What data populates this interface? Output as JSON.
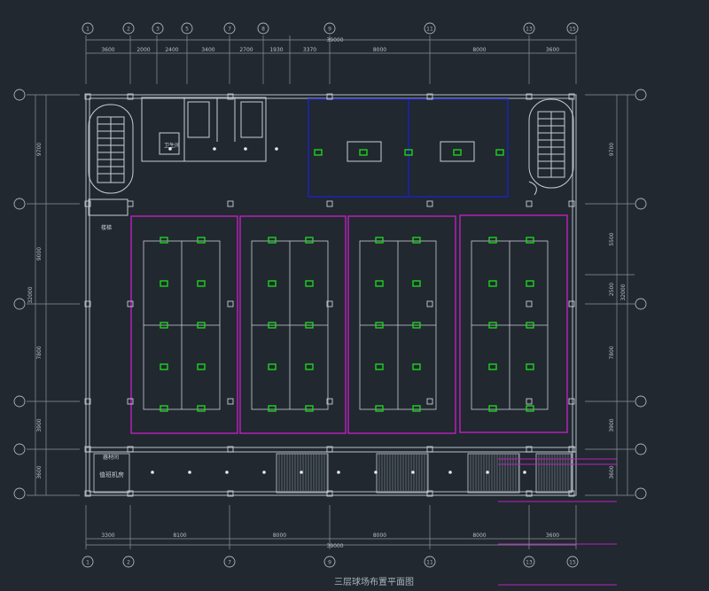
{
  "drawing": {
    "title": "三层球场布置平面图",
    "colors": {
      "background": "#212830",
      "line": "#c9ced6",
      "dim": "#b9c0c8",
      "court": "#c020c0",
      "blue": "#1a23b8",
      "light": "#1ed21e"
    },
    "top_axes": [
      "1",
      "2",
      "3",
      "5",
      "7",
      "8",
      "9",
      "11",
      "13",
      "15"
    ],
    "bottom_axes": [
      "1",
      "2",
      "7",
      "9",
      "11",
      "13",
      "15"
    ],
    "dims": {
      "top_total": "39000",
      "top_segments": [
        "3600",
        "2000",
        "2400",
        "3400",
        "2700",
        "1930",
        "3370",
        "8000",
        "8000",
        "3600"
      ],
      "bottom_total": "39000",
      "bottom_segments": [
        "3300",
        "8100",
        "8000",
        "8000",
        "8000",
        "3600"
      ],
      "left_segments": [
        "9700",
        "9000",
        "7800",
        "3900",
        "3600"
      ],
      "left_total": "32000",
      "right_segments": [
        "9700",
        "5500",
        "2500",
        "7800",
        "3900",
        "3600"
      ],
      "right_total": "32000"
    },
    "room_labels": {
      "stair_note": "楼梯",
      "washroom": "卫生间",
      "equipment": "器材间",
      "duty": "值班机房"
    }
  }
}
